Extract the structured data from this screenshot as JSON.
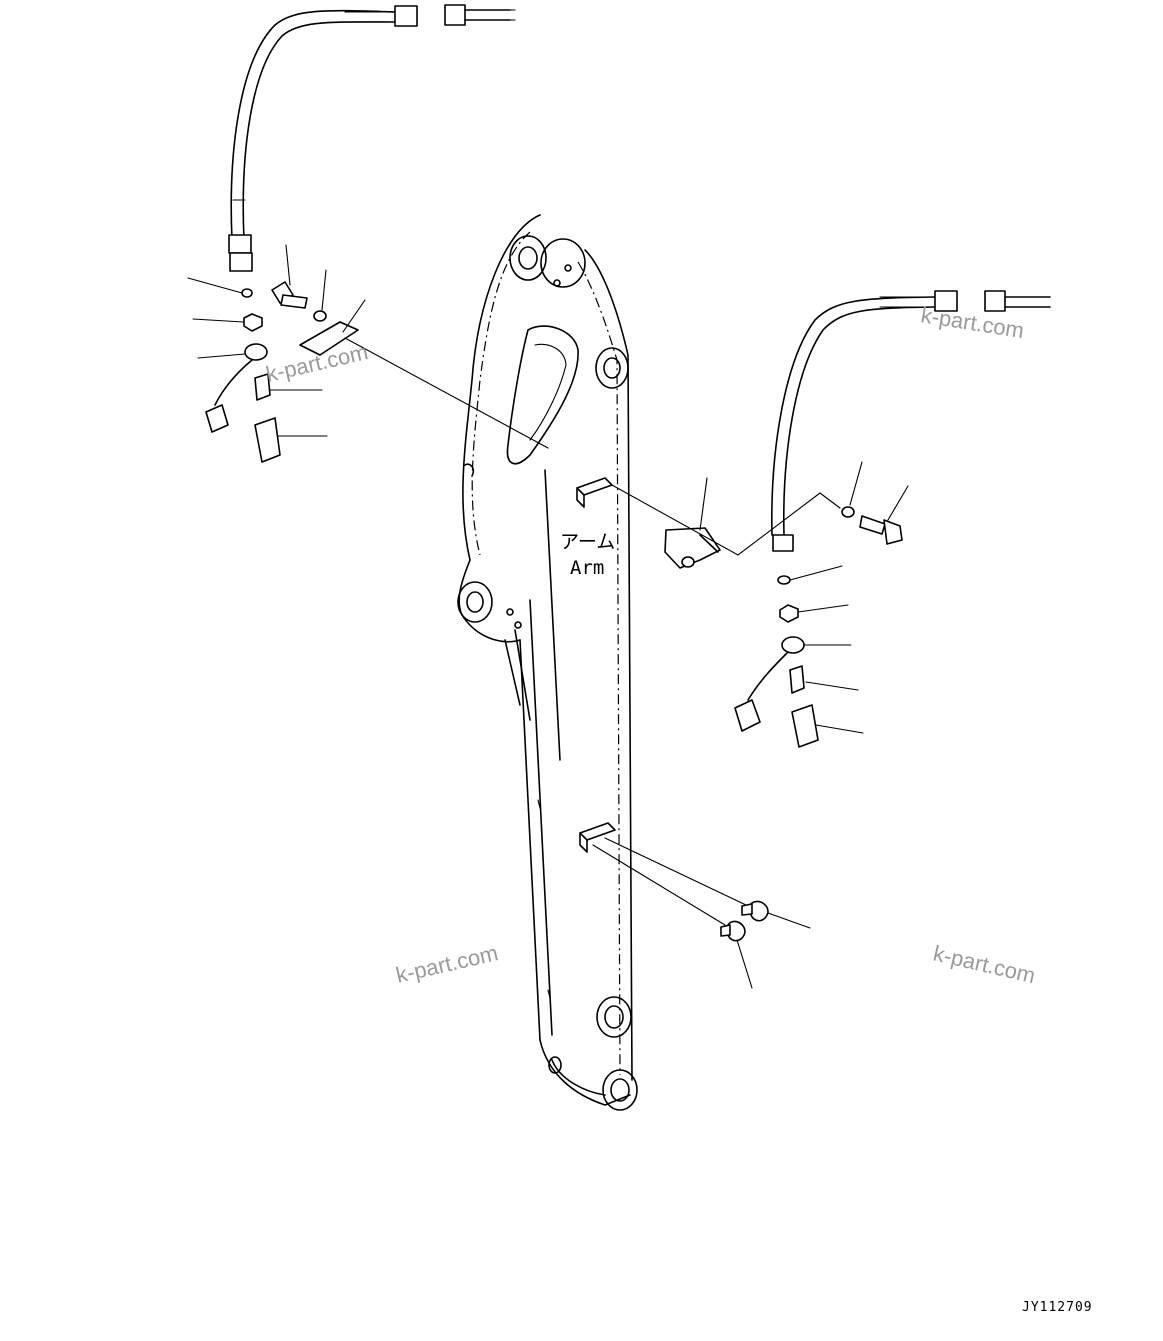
{
  "arm_label_jp": "アーム",
  "arm_label_en": "Arm",
  "watermarks": [
    "k-part.com",
    "k-part.com",
    "k-part.com",
    "k-part.com"
  ],
  "drawing_code": "JY112709"
}
